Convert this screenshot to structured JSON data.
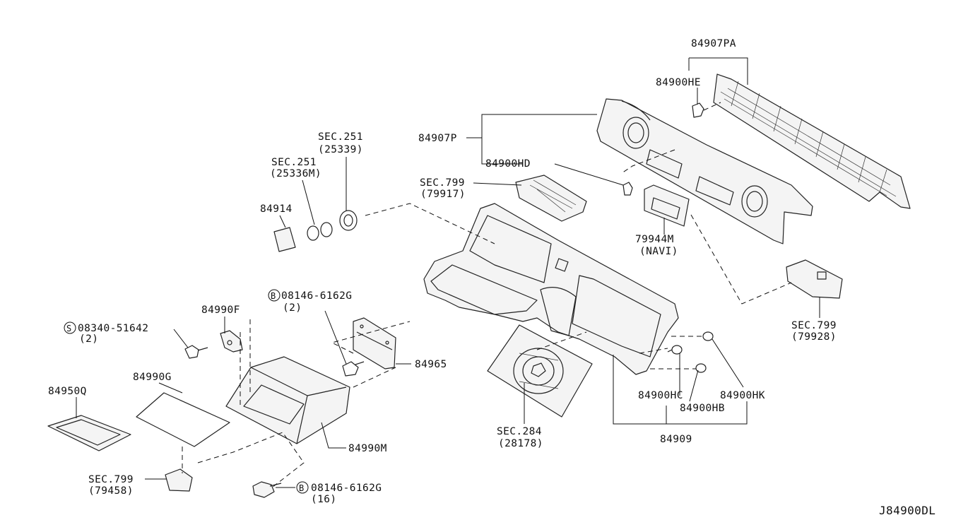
{
  "diagram_code": "J84900DL",
  "callouts": {
    "p84907PA": "84907PA",
    "p84900HE": "84900HE",
    "p84907P": "84907P",
    "p84900HD": "84900HD",
    "sec251_a": "SEC.251",
    "sec251_a_sub": "(25339)",
    "sec251_b": "SEC.251",
    "sec251_b_sub": "(25336M)",
    "p84914": "84914",
    "sec799_a": "SEC.799",
    "sec799_a_sub": "(79917)",
    "p79944M": "79944M",
    "p79944M_sub": "(NAVI)",
    "bolt_b1": "08146-6162G",
    "bolt_b1_qty": "(2)",
    "bolt_b1_symbol": "B",
    "p84990F": "84990F",
    "screw_s": "08340-51642",
    "screw_s_qty": "(2)",
    "screw_s_symbol": "S",
    "p84965": "84965",
    "sec799_b": "SEC.799",
    "sec799_b_sub": "(79928)",
    "p84990G": "84990G",
    "p84950Q": "84950Q",
    "p84990M": "84990M",
    "sec284": "SEC.284",
    "sec284_sub": "(28178)",
    "p84900HC": "84900HC",
    "p84900HK": "84900HK",
    "p84900HB": "84900HB",
    "p84909": "84909",
    "sec799_c": "SEC.799",
    "sec799_c_sub": "(79458)",
    "bolt_b2": "08146-6162G",
    "bolt_b2_qty": "(16)",
    "bolt_b2_symbol": "B"
  }
}
